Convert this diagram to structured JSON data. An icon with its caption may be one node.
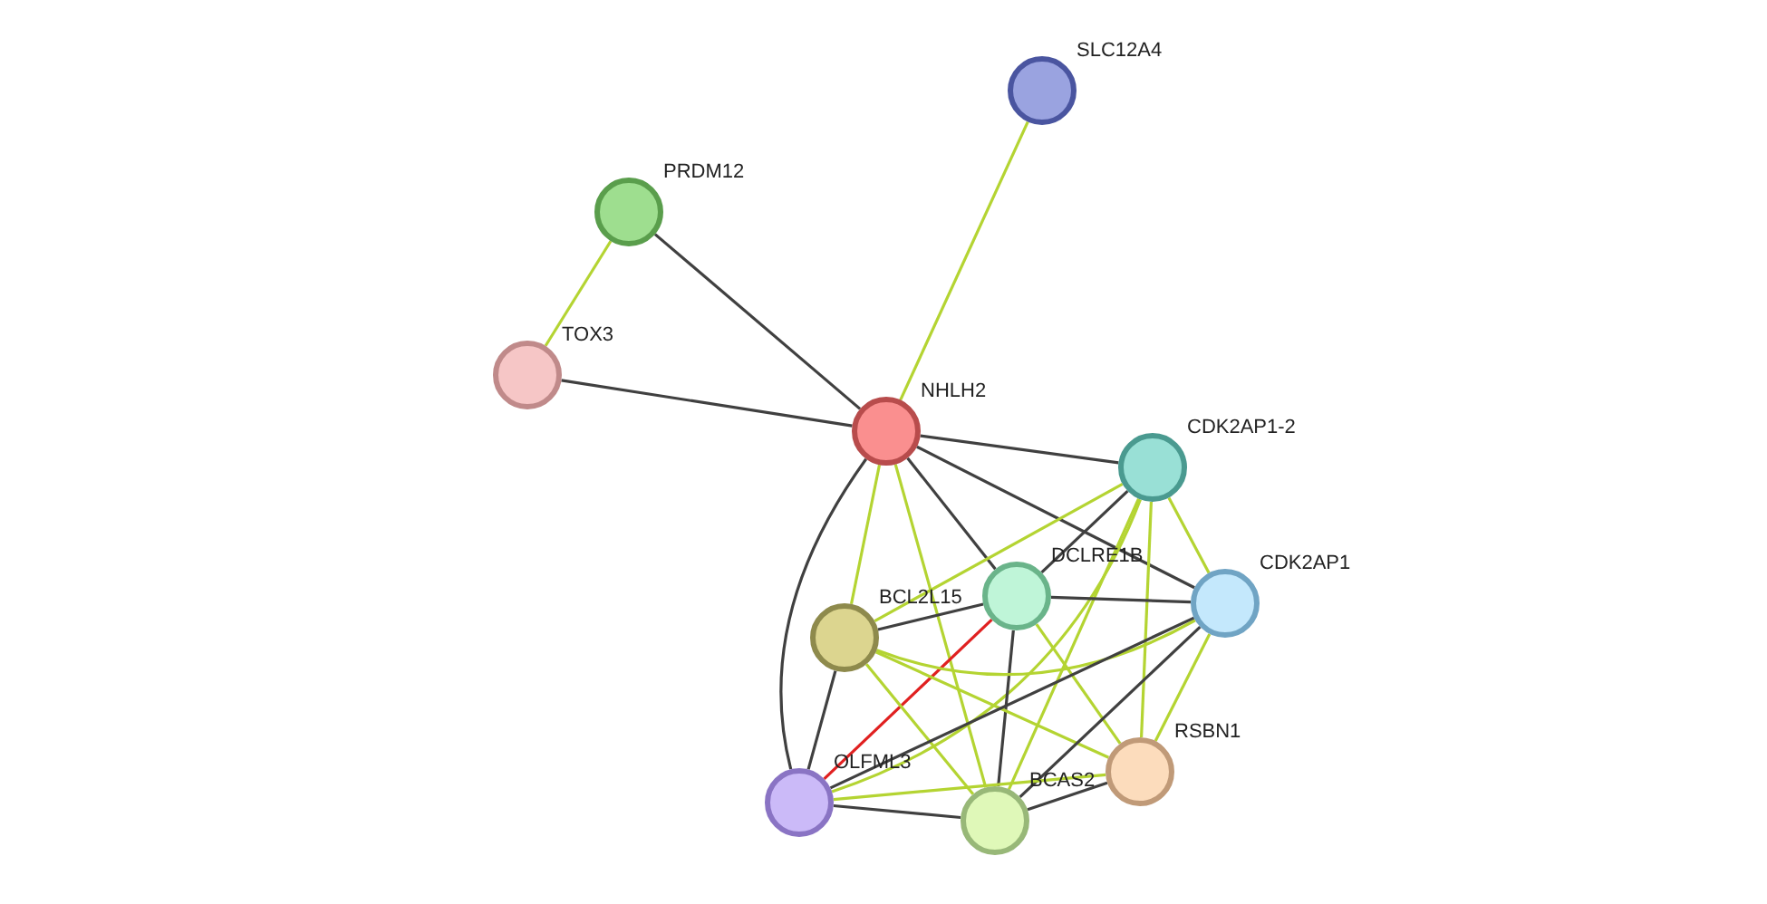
{
  "diagram": {
    "nodes": [
      {
        "text": [
          "SLC12A4"
        ]
      },
      {
        "text": [
          "PRDM12"
        ]
      },
      {
        "text": [
          "TOX3"
        ]
      },
      {
        "text": [
          "NHLH2"
        ]
      },
      {
        "text": [
          "CDK2AP1-2"
        ]
      },
      {
        "text": [
          "DCLRE1B"
        ]
      },
      {
        "text": [
          "CDK2AP1"
        ]
      },
      {
        "text": [
          "BCL2L15"
        ]
      },
      {
        "text": [
          "OLFML3"
        ]
      },
      {
        "text": [
          "BCAS2"
        ]
      },
      {
        "text": [
          "RSBN1"
        ]
      }
    ],
    "edges": [
      {
        "from": 3,
        "to": 0,
        "arrow": "none"
      },
      {
        "from": 3,
        "to": 1,
        "arrow": "none",
        "color": "#404040"
      },
      {
        "from": 1,
        "to": 2,
        "arrow": "none"
      },
      {
        "from": 3,
        "to": 2,
        "arrow": "none",
        "color": "#404040"
      },
      {
        "from": 3,
        "to": 4,
        "arrow": "none",
        "color": "#404040"
      },
      {
        "from": 3,
        "to": 6,
        "arrow": "none",
        "color": "#404040"
      },
      {
        "from": 3,
        "to": 5,
        "arrow": "none",
        "color": "#404040"
      },
      {
        "from": 3,
        "to": 7,
        "arrow": "none"
      },
      {
        "from": 3,
        "to": 8,
        "arrow": "none",
        "color": "#404040"
      },
      {
        "from": 3,
        "to": 9,
        "arrow": "none"
      },
      {
        "from": 4,
        "to": 7,
        "arrow": "none"
      },
      {
        "from": 4,
        "to": 5,
        "arrow": "none",
        "color": "#404040"
      },
      {
        "from": 4,
        "to": 8,
        "arrow": "none"
      },
      {
        "from": 4,
        "to": 9,
        "arrow": "none"
      },
      {
        "from": 4,
        "to": 10,
        "arrow": "none"
      },
      {
        "from": 4,
        "to": 6,
        "arrow": "none"
      },
      {
        "from": 5,
        "to": 6,
        "arrow": "none",
        "color": "#404040"
      },
      {
        "from": 5,
        "to": 7,
        "arrow": "none",
        "color": "#404040"
      },
      {
        "from": 5,
        "to": 8,
        "arrow": "none",
        "color": "#e02020"
      },
      {
        "from": 5,
        "to": 9,
        "arrow": "none",
        "color": "#404040"
      },
      {
        "from": 5,
        "to": 10,
        "arrow": "none"
      },
      {
        "from": 7,
        "to": 6,
        "arrow": "none"
      },
      {
        "from": 7,
        "to": 8,
        "arrow": "none",
        "color": "#404040"
      },
      {
        "from": 7,
        "to": 9,
        "arrow": "none"
      },
      {
        "from": 7,
        "to": 10,
        "arrow": "none"
      },
      {
        "from": 6,
        "to": 8,
        "arrow": "none",
        "color": "#404040"
      },
      {
        "from": 6,
        "to": 9,
        "arrow": "none",
        "color": "#404040"
      },
      {
        "from": 6,
        "to": 10,
        "arrow": "none"
      },
      {
        "from": 8,
        "to": 9,
        "arrow": "none",
        "color": "#404040"
      },
      {
        "from": 8,
        "to": 10,
        "arrow": "none"
      },
      {
        "from": 9,
        "to": 10,
        "arrow": "none",
        "color": "#404040"
      }
    ]
  }
}
